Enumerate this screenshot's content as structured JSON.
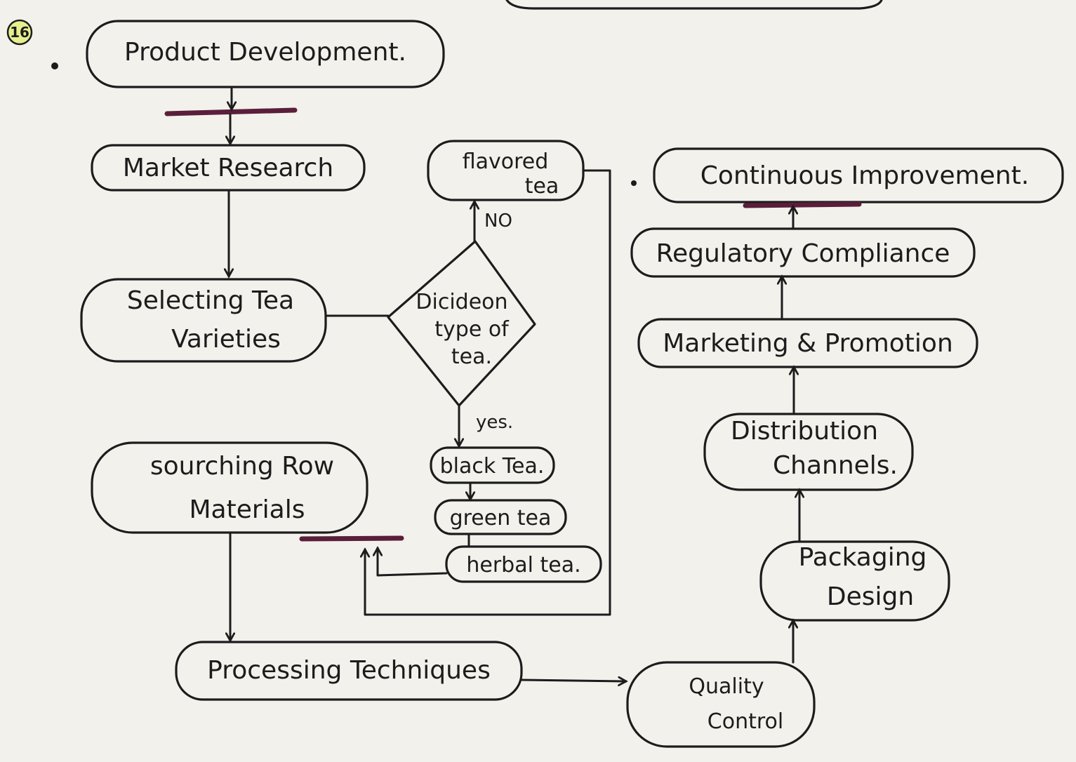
{
  "badge": "16",
  "nodes": {
    "product_development": "Product Development.",
    "market_research": "Market Research",
    "selecting_tea": [
      "Selecting Tea",
      "Varieties"
    ],
    "decision": [
      "Dicideon",
      "type of",
      "tea."
    ],
    "flavored_tea": [
      "flavored",
      "tea"
    ],
    "black_tea": "black Tea.",
    "green_tea": "green tea",
    "herbal_tea": "herbal tea.",
    "sourcing": [
      "sourching Row",
      "Materials"
    ],
    "processing": "Processing Techniques",
    "quality_control": [
      "Quality",
      "Control"
    ],
    "packaging": [
      "Packaging",
      "Design"
    ],
    "distribution": [
      "Distribution",
      "Channels."
    ],
    "marketing": "Marketing & Promotion",
    "regulatory": "Regulatory Compliance",
    "continuous": "Continuous Improvement."
  },
  "edge_labels": {
    "no": "NO",
    "yes": "yes."
  }
}
